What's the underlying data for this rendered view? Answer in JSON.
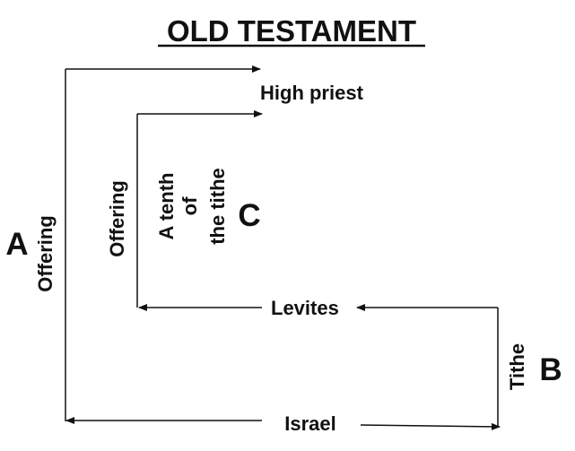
{
  "title": "OLD TESTAMENT",
  "nodes": {
    "high_priest": "High priest",
    "levites": "Levites",
    "israel": "Israel"
  },
  "edges": {
    "offering_outer": "Offering",
    "offering_inner": "Offering",
    "tenth_of_tithe": [
      "A tenth",
      "of",
      "the tithe"
    ],
    "tithe": "Tithe"
  },
  "markers": {
    "a": "A",
    "b": "B",
    "c": "C"
  },
  "colors": {
    "ink": "#111111",
    "background": "#ffffff"
  }
}
